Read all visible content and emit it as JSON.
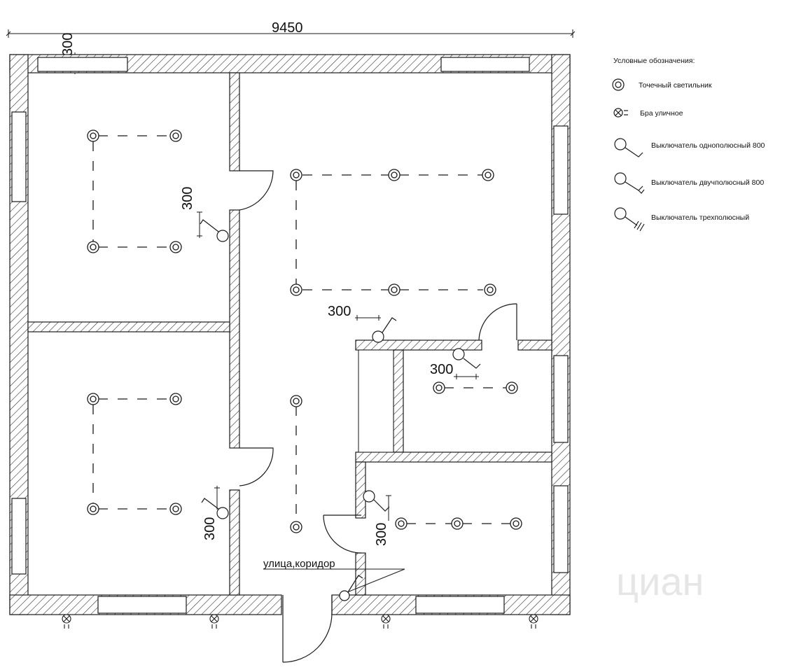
{
  "dimensions": {
    "overall_width": "9450",
    "top_offset": "300",
    "switch_offsets": [
      "300",
      "300",
      "300",
      "300",
      "300"
    ]
  },
  "legend": {
    "title": "Условные обозначения:",
    "items": [
      {
        "icon": "spotlight-icon",
        "label": "Точечный светильник"
      },
      {
        "icon": "wall-lamp-icon",
        "label": "Бра уличное"
      },
      {
        "icon": "switch-single-icon",
        "label": "Выключатель однополюсный 800"
      },
      {
        "icon": "switch-double-icon",
        "label": "Выключатель двучполюсный 800"
      },
      {
        "icon": "switch-triple-icon",
        "label": "Выключатель трехполюсный"
      }
    ]
  },
  "labels": {
    "entrance": "улица,коридор"
  },
  "watermark": "циан",
  "colors": {
    "line": "#1a1a1a",
    "background": "#ffffff",
    "watermark": "#e6e6e6"
  }
}
